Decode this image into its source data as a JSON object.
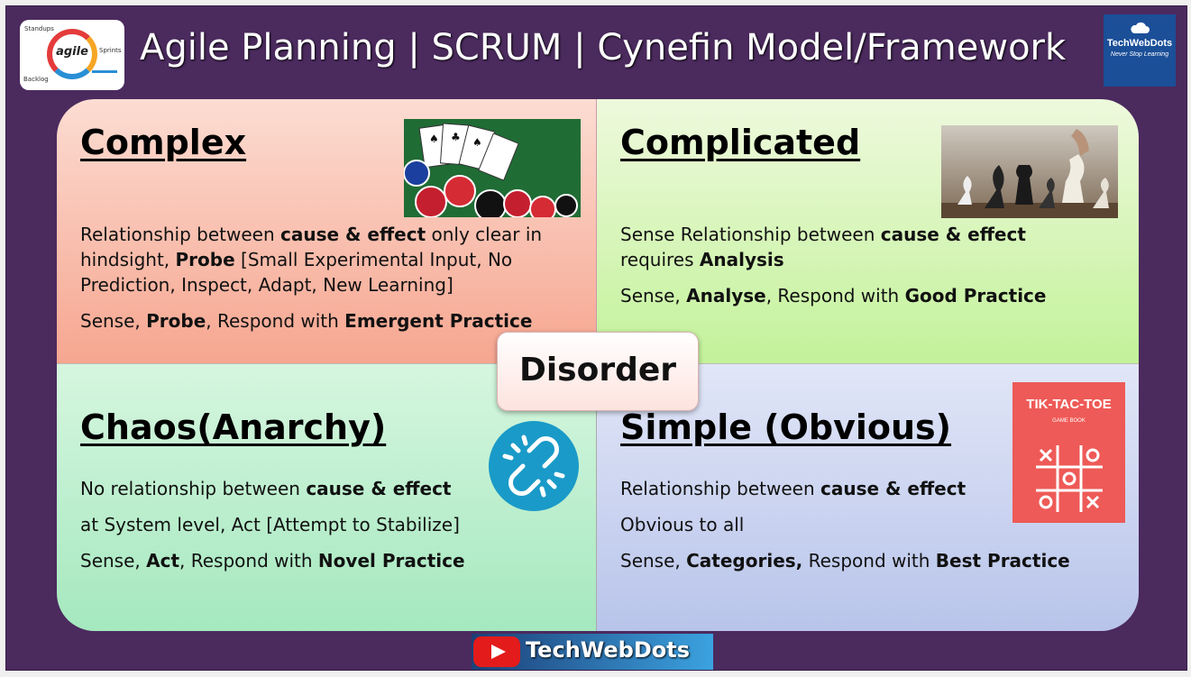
{
  "header": {
    "title": "Agile Planning | SCRUM | Cynefin Model/Framework",
    "logo": {
      "center": "agile",
      "labels": [
        "Standups",
        "Sprints",
        "Backlog"
      ]
    },
    "brand_logo": {
      "name": "TechWebDots",
      "tagline": "Never Stop Learning"
    }
  },
  "quadrants": {
    "complex": {
      "title": "Complex",
      "lines": [
        [
          {
            "t": "Relationship between "
          },
          {
            "t": "cause & effect",
            "b": true
          },
          {
            "t": " only clear in"
          }
        ],
        [
          {
            "t": "hindsight, "
          },
          {
            "t": "Probe",
            "b": true
          },
          {
            "t": " [Small Experimental Input, No"
          }
        ],
        [
          {
            "t": "Prediction, Inspect, Adapt, New Learning]"
          }
        ],
        [
          {
            "t": "Sense, "
          },
          {
            "t": "Probe",
            "b": true
          },
          {
            "t": ", Respond with "
          },
          {
            "t": "Emergent Practice",
            "b": true
          }
        ]
      ],
      "image_icon": "casino-chips-icon"
    },
    "complicated": {
      "title": "Complicated",
      "lines": [
        [
          {
            "t": "Sense Relationship between "
          },
          {
            "t": "cause & effect",
            "b": true
          }
        ],
        [
          {
            "t": "requires "
          },
          {
            "t": "Analysis",
            "b": true
          }
        ],
        [
          {
            "t": "Sense, "
          },
          {
            "t": "Analyse",
            "b": true
          },
          {
            "t": ", Respond with "
          },
          {
            "t": "Good Practice",
            "b": true
          }
        ]
      ],
      "image_icon": "chess-icon"
    },
    "chaos": {
      "title": "Chaos(Anarchy)",
      "lines": [
        [
          {
            "t": "No relationship between "
          },
          {
            "t": "cause & effect",
            "b": true
          }
        ],
        [
          {
            "t": "at System level, Act [Attempt to Stabilize]"
          }
        ],
        [
          {
            "t": "Sense, "
          },
          {
            "t": "Act",
            "b": true
          },
          {
            "t": ", Respond with "
          },
          {
            "t": "Novel Practice",
            "b": true
          }
        ]
      ],
      "image_icon": "broken-link-icon"
    },
    "simple": {
      "title": "Simple (Obvious)",
      "lines": [
        [
          {
            "t": "Relationship between "
          },
          {
            "t": "cause & effect",
            "b": true
          }
        ],
        [
          {
            "t": "Obvious to all"
          }
        ],
        [
          {
            "t": "Sense, "
          },
          {
            "t": "Categories,",
            "b": true
          },
          {
            "t": " Respond with "
          },
          {
            "t": "Best Practice",
            "b": true
          }
        ]
      ],
      "image_icon": "tic-tac-toe-icon",
      "book": {
        "title": "TIK-TAC-TOE",
        "subtitle": "GAME BOOK"
      }
    }
  },
  "center": {
    "label": "Disorder"
  },
  "footer": {
    "brand": "TechWebDots",
    "icon": "youtube-icon"
  },
  "colors": {
    "frame": "#4b2a5e",
    "complex": "#f6a690",
    "complicated": "#c3f29a",
    "chaos": "#a5e8bf",
    "simple": "#b8c4ea",
    "youtube": "#e31b1b",
    "link_circle": "#1a9ac8",
    "book": "#ee5a57"
  }
}
